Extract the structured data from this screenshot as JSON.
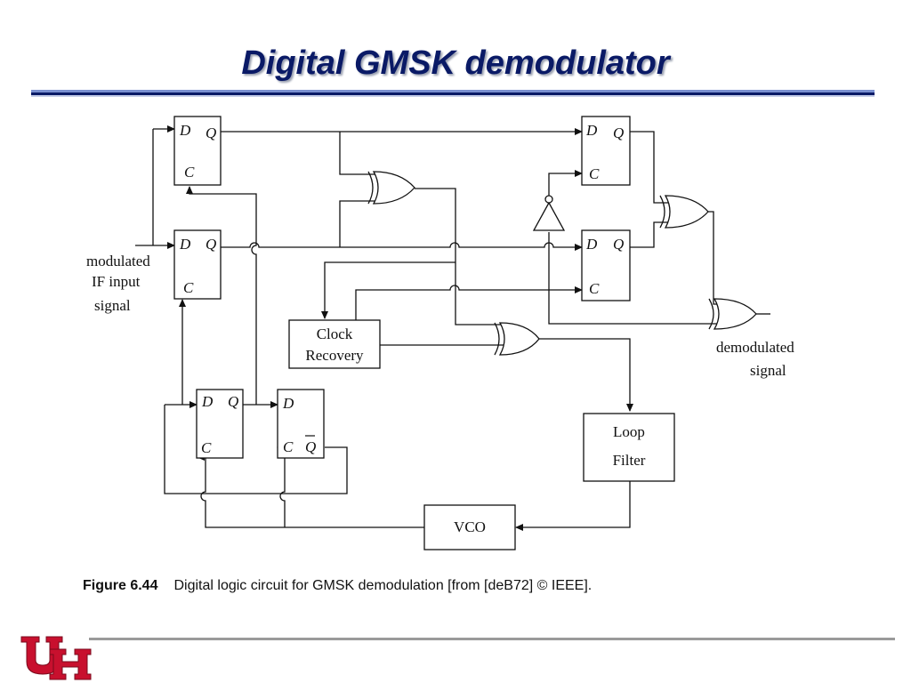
{
  "title": "Digital GMSK demodulator",
  "diagram": {
    "input_label": [
      "modulated",
      "IF input",
      "signal"
    ],
    "output_label": [
      "demodulated",
      "signal"
    ],
    "flipflop_pins": {
      "d": "D",
      "q": "Q",
      "c": "C"
    },
    "clock_recovery": [
      "Clock",
      "Recovery"
    ],
    "loop_filter": [
      "Loop",
      "Filter"
    ],
    "vco": "VCO"
  },
  "caption": {
    "label": "Figure 6.44",
    "text": "Digital logic circuit for GMSK demodulation [from [deB72] © IEEE]."
  },
  "colors": {
    "title": "#0a1a66",
    "rule_dark": "#0a1a66",
    "rule_light": "#7a90d0",
    "logo": "#c8102e"
  }
}
